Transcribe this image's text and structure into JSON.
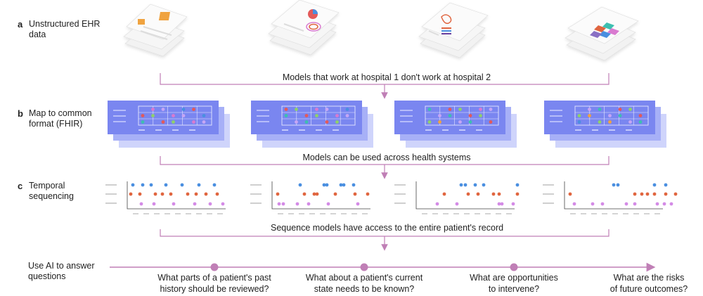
{
  "rows": [
    {
      "letter": "a",
      "line1": "Unstructured EHR",
      "line2": "data"
    },
    {
      "letter": "b",
      "line1": "Map to common",
      "line2": "format (FHIR)"
    },
    {
      "letter": "c",
      "line1": "Temporal",
      "line2": "sequencing"
    }
  ],
  "final_row": {
    "line1": "Use AI to answer",
    "line2": "questions"
  },
  "connectors": [
    "Models that work at hospital 1 don't work at hospital 2",
    "Models can be used across health systems",
    "Sequence models have access to the entire patient's record"
  ],
  "questions": [
    {
      "line1": "What parts of a patient's past",
      "line2": "history should be reviewed?"
    },
    {
      "line1": "What about a patient's current",
      "line2": "state needs to be known?"
    },
    {
      "line1": "What are opportunities",
      "line2": "to intervene?"
    },
    {
      "line1": "What are the risks",
      "line2": "of future outcomes?"
    }
  ],
  "colors": {
    "connector": "#c07fb6",
    "fhir_card": "#7a86f0",
    "event_blue": "#4a8fe0",
    "event_red": "#e0653f",
    "event_purple": "#d48be6",
    "timeline_dot": "#c07fb6"
  }
}
